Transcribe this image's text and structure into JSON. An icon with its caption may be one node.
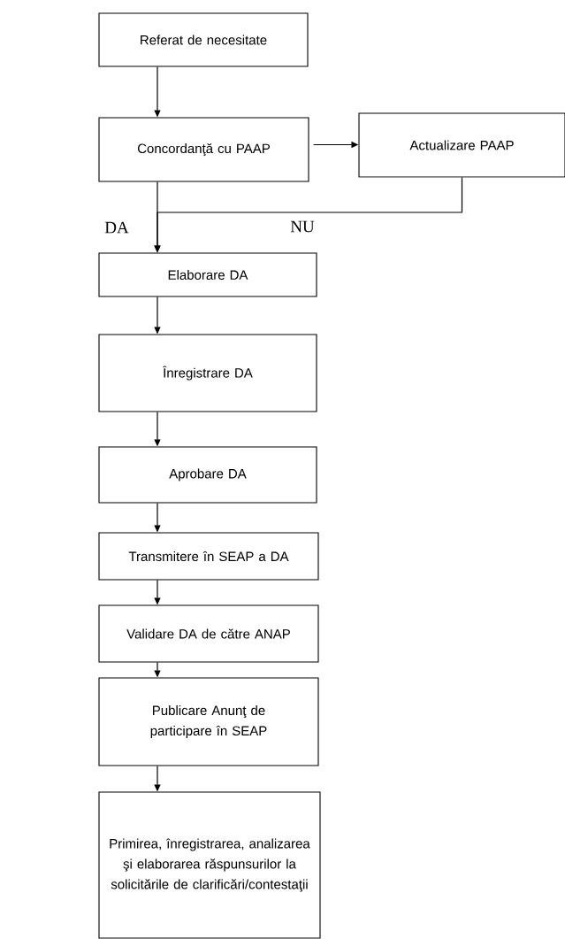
{
  "diagram": {
    "nodes": [
      {
        "text": [
          "Referat de necesitate"
        ]
      },
      {
        "text": [
          "Concordanţă cu PAAP"
        ]
      },
      {
        "text": [
          "Actualizare PAAP"
        ]
      },
      {
        "text": [
          "Elaborare DA"
        ]
      },
      {
        "text": [
          "Înregistrare DA"
        ]
      },
      {
        "text": [
          "Aprobare DA"
        ]
      },
      {
        "text": [
          "Transmitere în SEAP a DA"
        ]
      },
      {
        "text": [
          "Validare DA de către ANAP"
        ]
      },
      {
        "text": [
          "Publicare Anunţ de participare în SEAP"
        ]
      },
      {
        "text": [
          "Primirea, înregistrarea, analizarea şi elaborarea răspunsurilor la solicitările de clarificări/contestaţii"
        ]
      }
    ],
    "edges": [
      {
        "from": 0,
        "to": 1,
        "arrow": "to"
      },
      {
        "from": 1,
        "to": 2,
        "arrow": "to"
      },
      {
        "from": 1,
        "to": 3,
        "arrow": "to",
        "label": "DA"
      },
      {
        "from": 2,
        "to": 3,
        "arrow": "to",
        "label": "NU"
      },
      {
        "from": 3,
        "to": 4,
        "arrow": "to"
      },
      {
        "from": 4,
        "to": 5,
        "arrow": "to"
      },
      {
        "from": 5,
        "to": 6,
        "arrow": "to"
      },
      {
        "from": 6,
        "to": 7,
        "arrow": "to"
      },
      {
        "from": 7,
        "to": 8,
        "arrow": "to"
      },
      {
        "from": 8,
        "to": 9,
        "arrow": "to"
      }
    ]
  }
}
